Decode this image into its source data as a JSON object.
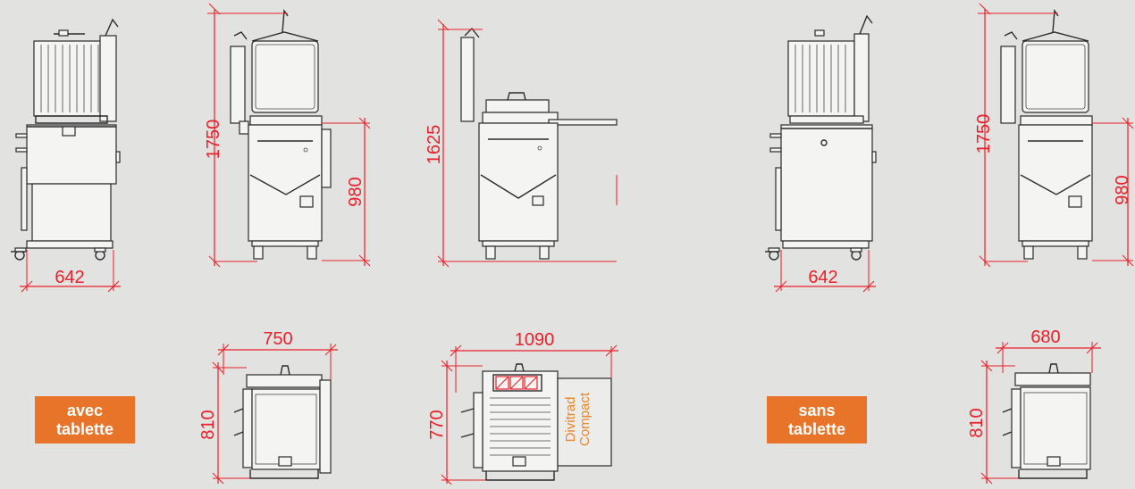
{
  "badges": {
    "with_tray": {
      "line1": "avec",
      "line2": "tablette"
    },
    "without_tray": {
      "line1": "sans",
      "line2": "tablette"
    }
  },
  "dimensions": {
    "d642_a": "642",
    "d1750_a": "1750",
    "d980_a": "980",
    "d1625": "1625",
    "d642_b": "642",
    "d1750_b": "1750",
    "d980_b": "980",
    "d750": "750",
    "d810_a": "810",
    "d1090": "1090",
    "d770": "770",
    "d680": "680",
    "d810_b": "810"
  },
  "brand_label": {
    "line1": "Divitrad",
    "line2": "Compact"
  },
  "colors": {
    "background": "#e2e2e0",
    "dimension": "#e8202a",
    "badge": "#e8742a",
    "brand": "#e8862a"
  }
}
